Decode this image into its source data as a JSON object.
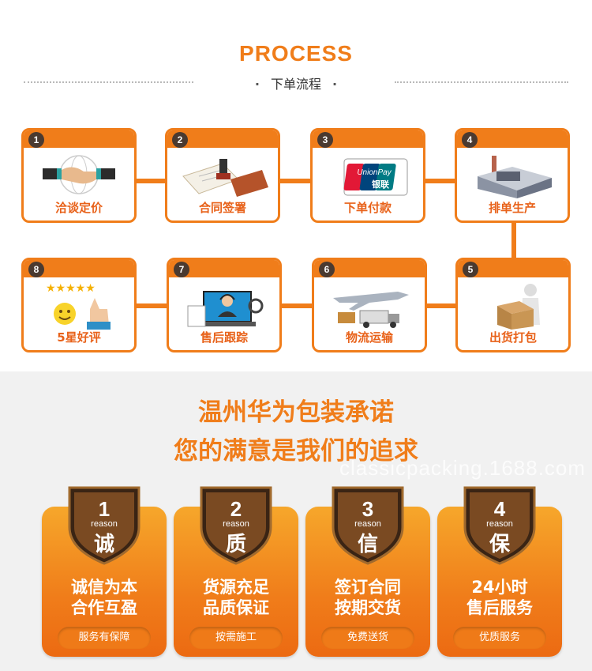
{
  "header": {
    "title": "PROCESS",
    "subtitle": "下单流程",
    "dot_left": "·",
    "dot_right": "·"
  },
  "steps": [
    {
      "num": "1",
      "label": "洽谈定价",
      "icon": "handshake-icon"
    },
    {
      "num": "2",
      "label": "合同签署",
      "icon": "contract-stamp-icon"
    },
    {
      "num": "3",
      "label": "下单付款",
      "icon": "unionpay-icon",
      "icon_text": "UnionPay",
      "icon_text_cn": "银联"
    },
    {
      "num": "4",
      "label": "排单生产",
      "icon": "factory-icon"
    },
    {
      "num": "5",
      "label": "出货打包",
      "icon": "package-icon"
    },
    {
      "num": "6",
      "label": "物流运输",
      "icon": "airplane-truck-icon"
    },
    {
      "num": "7",
      "label": "售后跟踪",
      "icon": "support-agent-icon"
    },
    {
      "num": "8",
      "label": "5星好评",
      "icon": "five-star-icon",
      "stars": "★★★★★"
    }
  ],
  "slogan": {
    "line1": "温州华为包装承诺",
    "line2": "您的满意是我们的追求"
  },
  "watermark": "classicpacking.1688.com",
  "promises": [
    {
      "num": "1",
      "word": "reason",
      "char": "诚",
      "line1": "诚信为本",
      "line2": "合作互盈",
      "tag": "服务有保障"
    },
    {
      "num": "2",
      "word": "reason",
      "char": "质",
      "line1": "货源充足",
      "line2": "品质保证",
      "tag": "按需施工"
    },
    {
      "num": "3",
      "word": "reason",
      "char": "信",
      "line1": "签订合同",
      "line2": "按期交货",
      "tag": "免费送货"
    },
    {
      "num": "4",
      "word": "reason",
      "char": "保",
      "line1": "24小时",
      "line2": "售后服务",
      "tag": "优质服务"
    }
  ],
  "colors": {
    "accent": "#f07d1a",
    "dark": "#4a3a30",
    "label": "#e8621a"
  }
}
